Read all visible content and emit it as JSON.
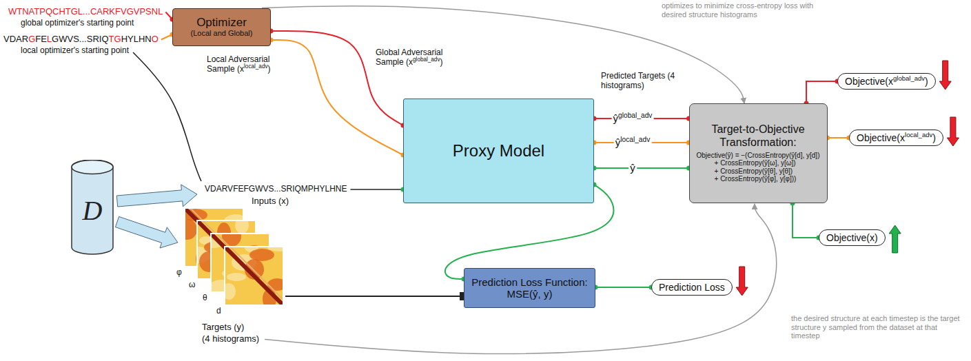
{
  "diagram": {
    "nodes": [
      {
        "text": [
          "Optimizer",
          "(Local and Global)"
        ]
      },
      {
        "text": [
          "Proxy Model"
        ]
      },
      {
        "text": [
          "Target-to-Objective Transformation:",
          "Objective(ŷ) = −(CrossEntropy(ŷ[d], y[d]) + CrossEntropy(ŷ[ω], y[ω]) + CrossEntropy(ŷ[θ], y[θ]) + CrossEntropy(ŷ[φ], y[φ]))"
        ]
      },
      {
        "text": [
          "Objective(xglobal_adv)"
        ]
      },
      {
        "text": [
          "Objective(xlocal_adv)"
        ]
      },
      {
        "text": [
          "Objective(x)"
        ]
      },
      {
        "text": [
          "D"
        ]
      },
      {
        "text": [
          "Prediction Loss Function: MSE(ŷ, y)"
        ]
      },
      {
        "text": [
          "Prediction Loss"
        ]
      }
    ],
    "edges": [
      {
        "from": 0,
        "to": 1,
        "arrow": "none"
      },
      {
        "from": 0,
        "to": 1,
        "arrow": "none"
      },
      {
        "from": 1,
        "to": 2,
        "label": "ŷglobal_adv",
        "arrow": "none"
      },
      {
        "from": 1,
        "to": 2,
        "label": "ŷlocal_adv",
        "arrow": "none"
      },
      {
        "from": 1,
        "to": 2,
        "label": "ŷ",
        "arrow": "none"
      },
      {
        "from": 1,
        "to": 7,
        "arrow": "none"
      },
      {
        "from": 0,
        "to": 2,
        "arrow": "to"
      },
      {
        "from": 2,
        "to": 3,
        "arrow": "none"
      },
      {
        "from": 2,
        "to": 4,
        "arrow": "none"
      },
      {
        "from": 2,
        "to": 5,
        "arrow": "none"
      },
      {
        "from": 7,
        "to": 8,
        "arrow": "none"
      }
    ],
    "labels": [
      "WTNATPQCHTGL...CARKFVGVPSNL",
      "global optimizer's starting point",
      "VDARGFELGWVS...SRIQTGHYLHNO",
      "local optimizer's starting point",
      "Global Adversarial Sample (xglobal_adv)",
      "Local Adversarial Sample (xlocal_adv)",
      "Predicted Targets (4 histograms)",
      "optimizes to minimize cross-entropy loss with desired structure histograms",
      "VDARVFEFGWVS...SRIQMPHYLHNE",
      "Inputs (x)",
      "φ",
      "ω",
      "θ",
      "d",
      "Targets (y)",
      "(4 histograms)",
      "the desired structure at each timestep is the target structure y sampled from the dataset at that timestep"
    ]
  }
}
